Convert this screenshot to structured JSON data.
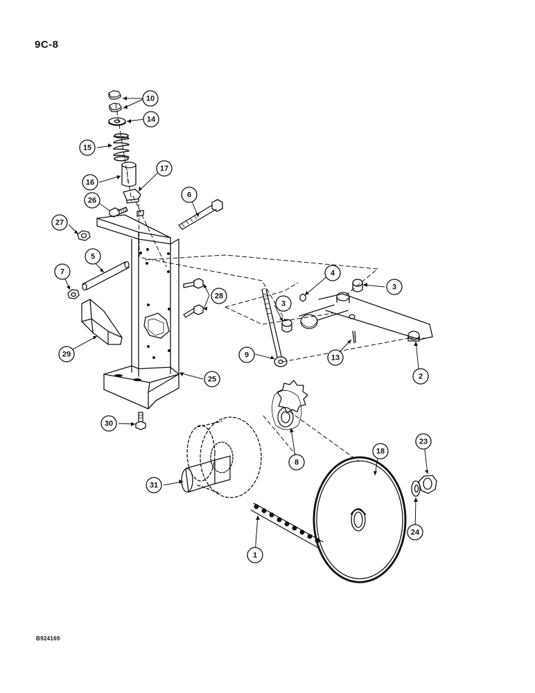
{
  "page": {
    "reference": "9C-8",
    "document_code": "B924169"
  },
  "callouts": [
    {
      "id": "c1",
      "label": "1",
      "part": "roller-chain"
    },
    {
      "id": "c2",
      "label": "2",
      "part": "idler-arm"
    },
    {
      "id": "c3a",
      "label": "3",
      "part": "bushing-upper"
    },
    {
      "id": "c3b",
      "label": "3",
      "part": "bushing-lower"
    },
    {
      "id": "c4",
      "label": "4",
      "part": "grease-fitting"
    },
    {
      "id": "c5",
      "label": "5",
      "part": "shaft"
    },
    {
      "id": "c6",
      "label": "6",
      "part": "bolt-long"
    },
    {
      "id": "c7",
      "label": "7",
      "part": "nut"
    },
    {
      "id": "c8",
      "label": "8",
      "part": "idler-sprocket"
    },
    {
      "id": "c9",
      "label": "9",
      "part": "eye-bolt"
    },
    {
      "id": "c10",
      "label": "10",
      "part": "jam-nuts"
    },
    {
      "id": "c13",
      "label": "13",
      "part": "cotter-pin"
    },
    {
      "id": "c14",
      "label": "14",
      "part": "washer"
    },
    {
      "id": "c15",
      "label": "15",
      "part": "spring"
    },
    {
      "id": "c16",
      "label": "16",
      "part": "spacer"
    },
    {
      "id": "c17",
      "label": "17",
      "part": "plate"
    },
    {
      "id": "c18",
      "label": "18",
      "part": "large-sprocket"
    },
    {
      "id": "c23",
      "label": "23",
      "part": "hex-nut"
    },
    {
      "id": "c24",
      "label": "24",
      "part": "lock-washer"
    },
    {
      "id": "c25",
      "label": "25",
      "part": "mounting-bracket"
    },
    {
      "id": "c26",
      "label": "26",
      "part": "cap-screw"
    },
    {
      "id": "c27",
      "label": "27",
      "part": "nut"
    },
    {
      "id": "c28",
      "label": "28",
      "part": "cap-screws"
    },
    {
      "id": "c29",
      "label": "29",
      "part": "shield"
    },
    {
      "id": "c30",
      "label": "30",
      "part": "cap-screw"
    },
    {
      "id": "c31",
      "label": "31",
      "part": "clutch-hub"
    }
  ]
}
